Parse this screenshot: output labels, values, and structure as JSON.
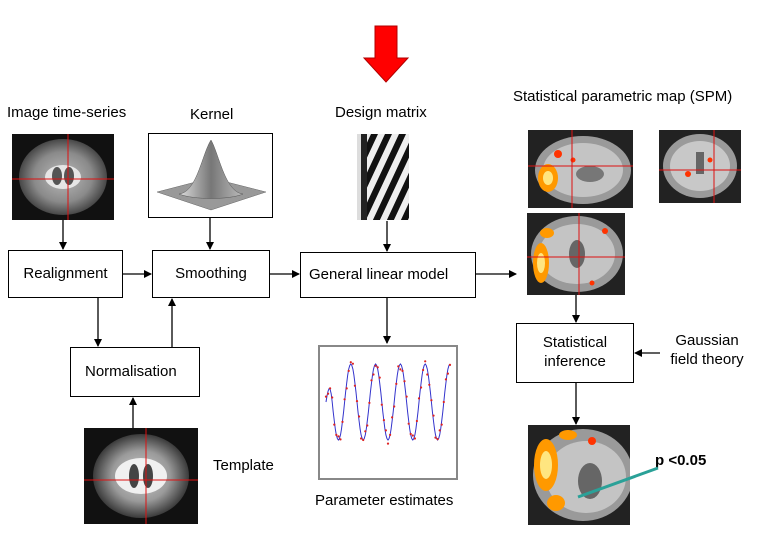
{
  "labels": {
    "image_time_series": "Image time-series",
    "kernel": "Kernel",
    "design_matrix": "Design matrix",
    "spm": "Statistical parametric map (SPM)",
    "template": "Template",
    "parameter_estimates": "Parameter estimates",
    "gaussian_field_theory": "Gaussian field theory",
    "p_value": "p <0.05"
  },
  "boxes": {
    "realignment": "Realignment",
    "smoothing": "Smoothing",
    "general_linear_model": "General linear model",
    "normalisation": "Normalisation",
    "statistical_inference": "Statistical inference"
  },
  "colors": {
    "top_arrow": "#ff0000",
    "activation": "#ff9900",
    "pointer_arrow": "#2aa198",
    "fit_line": "#3333cc",
    "data_points": "#dd2222"
  }
}
